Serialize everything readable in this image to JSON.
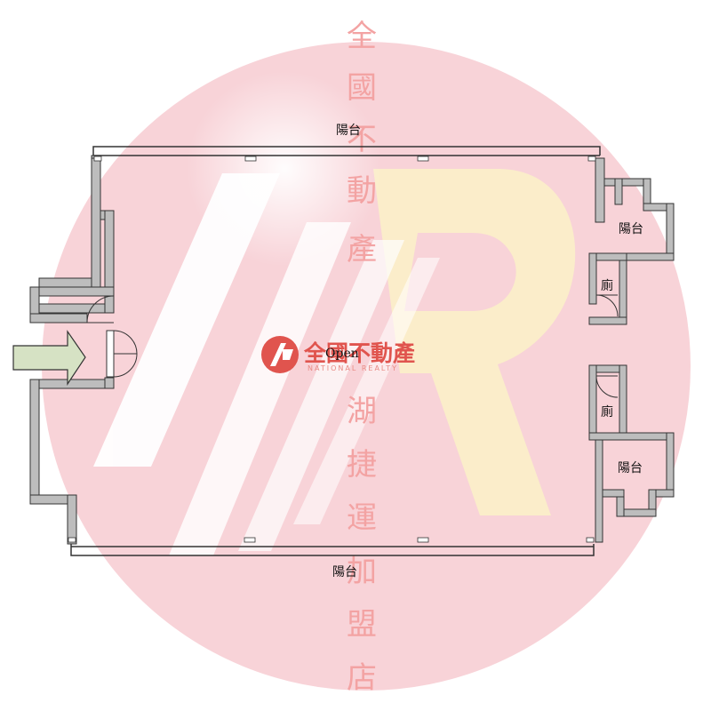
{
  "watermark": {
    "vertical_text": [
      "全",
      "國",
      "不",
      "動",
      "產",
      "湖",
      "捷",
      "運",
      "加",
      "盟",
      "店"
    ],
    "logo_chinese": "全國不動產",
    "logo_english": "NATIONAL REALTY",
    "colors": {
      "circle": "#f8d3d8",
      "brand_red": "#e0544e",
      "accent_yellow": "#fbefc9"
    }
  },
  "floor_plan": {
    "labels": {
      "balcony_top": "陽台",
      "balcony_bottom": "陽台",
      "balcony_right_upper": "陽台",
      "balcony_right_lower": "陽台",
      "toilet_upper": "廁",
      "toilet_lower": "廁",
      "main_space": "Open"
    },
    "entrance_arrow_icon": "entrance-arrow-icon",
    "colors": {
      "wall_fill": "#bdbdbd",
      "wall_stroke": "#333333",
      "arrow_fill": "#d6e2c4"
    }
  }
}
